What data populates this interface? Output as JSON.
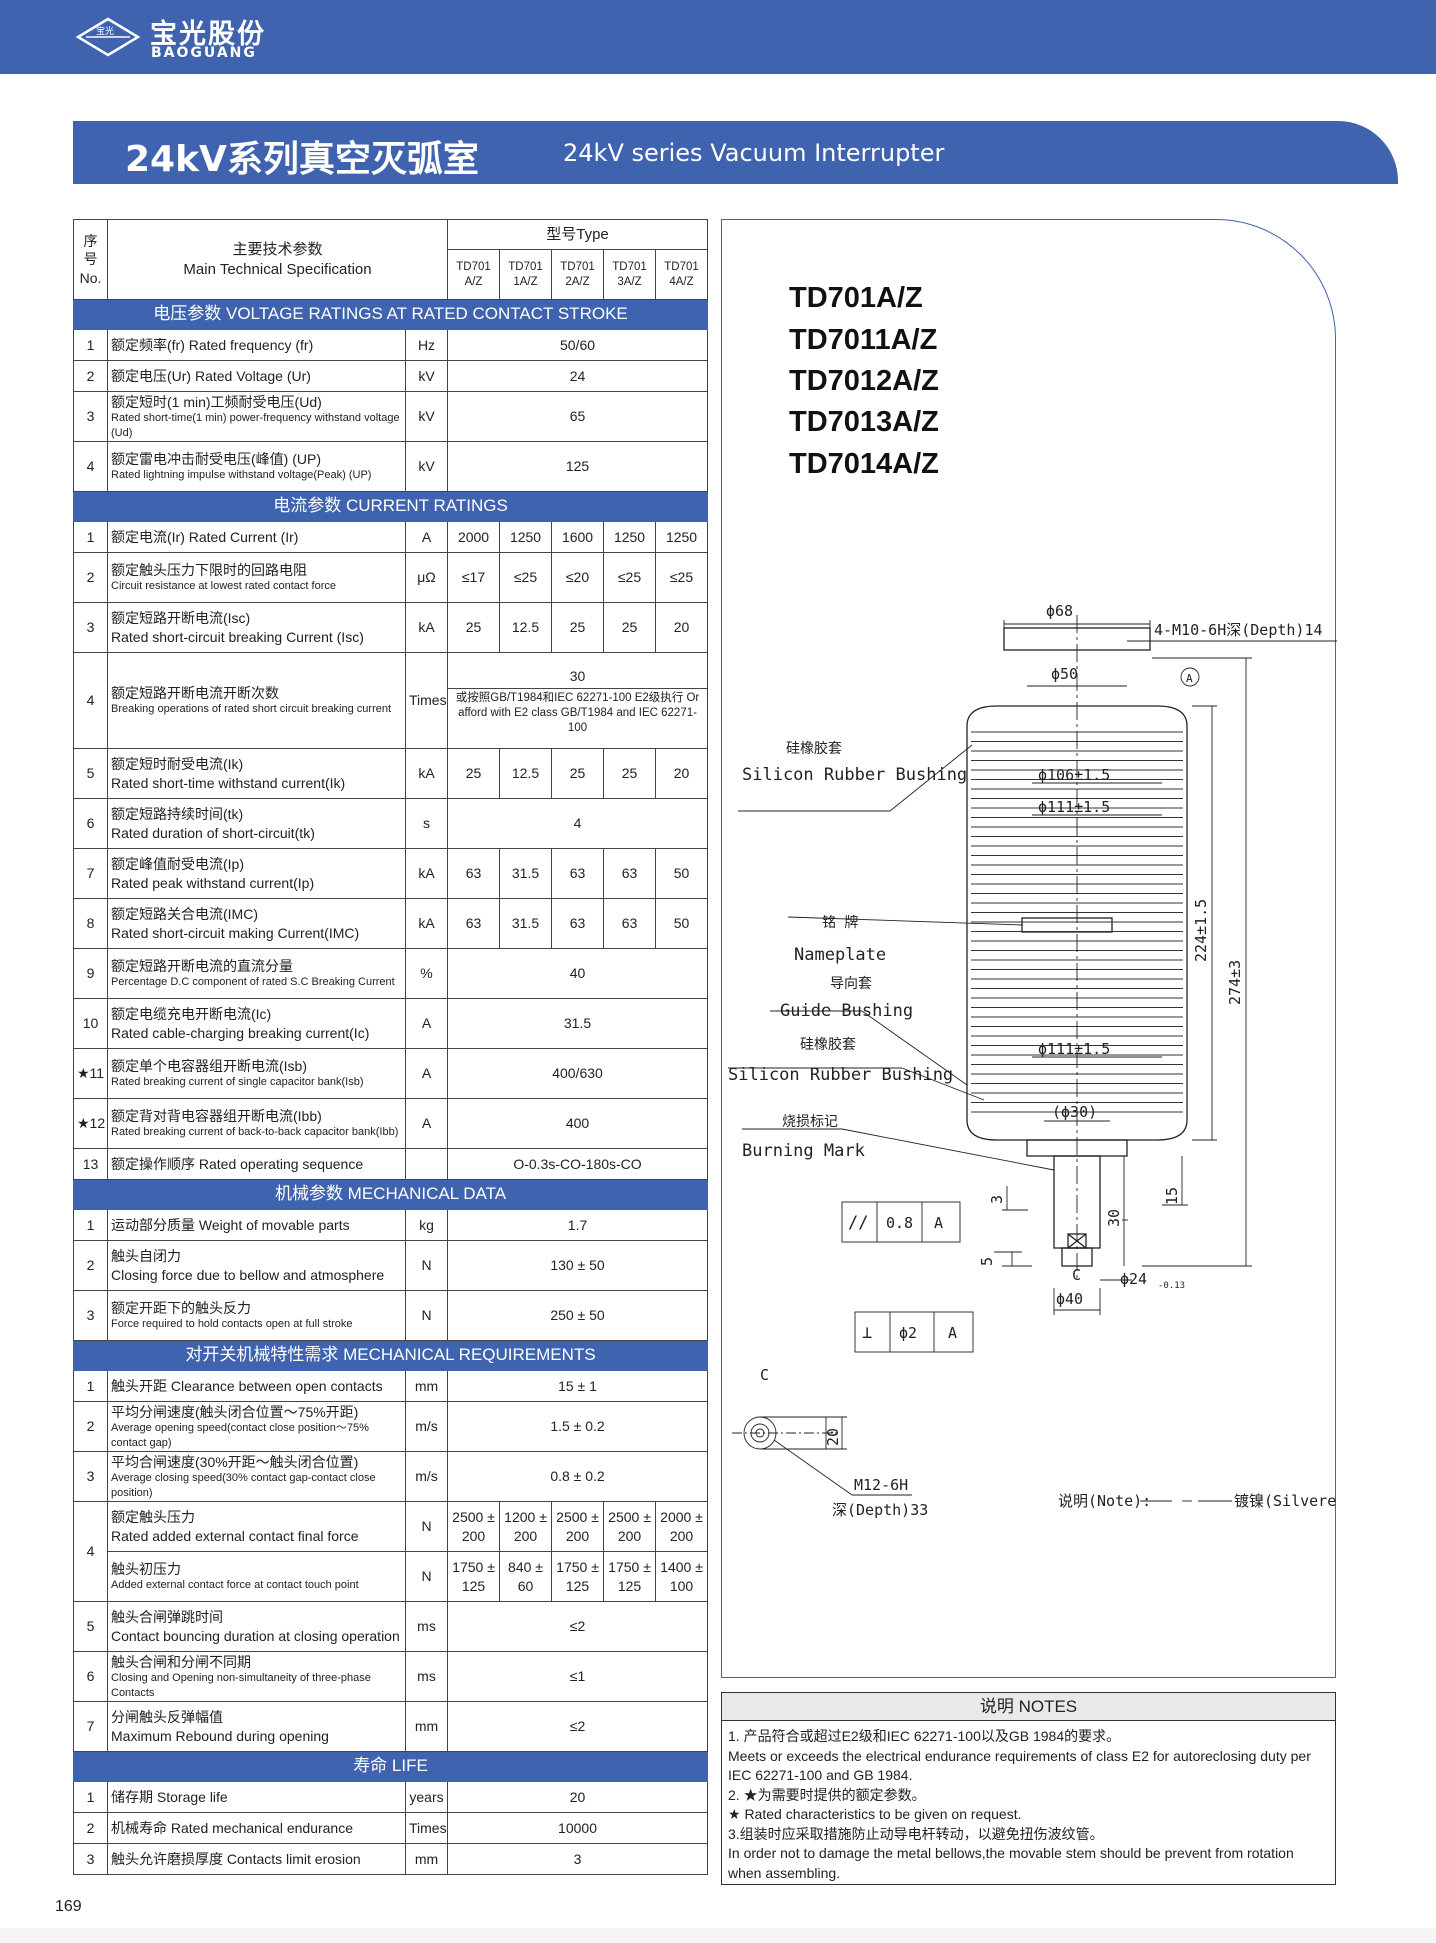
{
  "brand": {
    "cn": "宝光股份",
    "en": "BAOGUANG",
    "logo_text": "宝光"
  },
  "title": {
    "cn": "24kV系列真空灭弧室",
    "en": "24kV series Vacuum Interrupter"
  },
  "table_header": {
    "no_cn": "序号",
    "no_en": "No.",
    "spec_cn": "主要技术参数",
    "spec_en": "Main Technical Specification",
    "type": "型号Type",
    "models": [
      {
        "l1": "TD701",
        "l2": "A/Z"
      },
      {
        "l1": "TD701",
        "l2": "1A/Z"
      },
      {
        "l1": "TD701",
        "l2": "2A/Z"
      },
      {
        "l1": "TD701",
        "l2": "3A/Z"
      },
      {
        "l1": "TD701",
        "l2": "4A/Z"
      }
    ]
  },
  "sections": {
    "voltage": "电压参数  VOLTAGE RATINGS AT RATED CONTACT STROKE",
    "current": "电流参数  CURRENT RATINGS",
    "mechanical": "机械参数  MECHANICAL DATA",
    "requirements": "对开关机械特性需求  MECHANICAL REQUIREMENTS",
    "life": "寿命  LIFE"
  },
  "voltage_rows": [
    {
      "no": "1",
      "cn": "额定频率(fr) Rated frequency (fr)",
      "en": "",
      "unit": "Hz",
      "value": "50/60"
    },
    {
      "no": "2",
      "cn": "额定电压(Ur) Rated Voltage (Ur)",
      "en": "",
      "unit": "kV",
      "value": "24"
    },
    {
      "no": "3",
      "cn": "额定短时(1 min)工频耐受电压(Ud)",
      "en": "Rated short-time(1 min) power-frequency withstand voltage (Ud)",
      "unit": "kV",
      "value": "65"
    },
    {
      "no": "4",
      "cn": "额定雷电冲击耐受电压(峰值) (UP)",
      "en": "Rated lightning impulse withstand voltage(Peak) (UP)",
      "unit": "kV",
      "value": "125"
    }
  ],
  "current_rows": [
    {
      "no": "1",
      "cn": "额定电流(Ir) Rated Current (Ir)",
      "en": "",
      "unit": "A",
      "v": [
        "2000",
        "1250",
        "1600",
        "1250",
        "1250"
      ]
    },
    {
      "no": "2",
      "cn": "额定触头压力下限时的回路电阻",
      "en": "Circuit resistance at lowest rated contact force",
      "unit": "μΩ",
      "v": [
        "≤17",
        "≤25",
        "≤20",
        "≤25",
        "≤25"
      ]
    },
    {
      "no": "3",
      "cn": "额定短路开断电流(Isc)",
      "en": "Rated short-circuit breaking Current (Isc)",
      "unit": "kA",
      "v": [
        "25",
        "12.5",
        "25",
        "25",
        "20"
      ]
    },
    {
      "no": "4",
      "cn": "额定短路开断电流开断次数",
      "en": "Breaking operations of rated short circuit breaking current",
      "unit": "Times",
      "top": "30",
      "note": "或按照GB/T1984和IEC 62271-100 E2级执行 Or afford with E2 class GB/T1984 and IEC 62271-100"
    },
    {
      "no": "5",
      "cn": "额定短时耐受电流(Ik)",
      "en": "Rated short-time withstand current(Ik)",
      "unit": "kA",
      "v": [
        "25",
        "12.5",
        "25",
        "25",
        "20"
      ]
    },
    {
      "no": "6",
      "cn": "额定短路持续时间(tk)",
      "en": "Rated duration of short-circuit(tk)",
      "unit": "s",
      "value": "4"
    },
    {
      "no": "7",
      "cn": "额定峰值耐受电流(Ip)",
      "en": "Rated peak withstand current(Ip)",
      "unit": "kA",
      "v": [
        "63",
        "31.5",
        "63",
        "63",
        "50"
      ]
    },
    {
      "no": "8",
      "cn": "额定短路关合电流(IMC)",
      "en": "Rated short-circuit making Current(IMC)",
      "unit": "kA",
      "v": [
        "63",
        "31.5",
        "63",
        "63",
        "50"
      ]
    },
    {
      "no": "9",
      "cn": "额定短路开断电流的直流分量",
      "en": "Percentage D.C component of rated S.C Breaking Current",
      "unit": "%",
      "value": "40"
    },
    {
      "no": "10",
      "cn": "额定电缆充电开断电流(Ic)",
      "en": "Rated cable-charging breaking current(Ic)",
      "unit": "A",
      "value": "31.5"
    },
    {
      "no": "★11",
      "cn": "额定单个电容器组开断电流(Isb)",
      "en": "Rated breaking current of single capacitor bank(Isb)",
      "unit": "A",
      "value": "400/630"
    },
    {
      "no": "★12",
      "cn": "额定背对背电容器组开断电流(Ibb)",
      "en": "Rated breaking current of back-to-back capacitor bank(Ibb)",
      "unit": "A",
      "value": "400"
    },
    {
      "no": "13",
      "cn": "额定操作顺序 Rated operating sequence",
      "en": "",
      "unit": "",
      "value": "O-0.3s-CO-180s-CO"
    }
  ],
  "mechanical_rows": [
    {
      "no": "1",
      "cn": "运动部分质量 Weight of movable parts",
      "en": "",
      "unit": "kg",
      "value": "1.7"
    },
    {
      "no": "2",
      "cn": "触头自闭力",
      "en": "Closing force due to bellow and atmosphere",
      "unit": "N",
      "value": "130 ± 50"
    },
    {
      "no": "3",
      "cn": "额定开距下的触头反力",
      "en": "Force required to hold contacts open at full stroke",
      "unit": "N",
      "value": "250 ± 50"
    }
  ],
  "requirement_rows": [
    {
      "no": "1",
      "cn": "触头开距 Clearance between open contacts",
      "en": "",
      "unit": "mm",
      "value": "15 ± 1"
    },
    {
      "no": "2",
      "cn": "平均分闸速度(触头闭合位置～75%开距)",
      "en": "Average opening speed(contact close position～75% contact gap)",
      "unit": "m/s",
      "value": "1.5 ± 0.2"
    },
    {
      "no": "3",
      "cn": "平均合闸速度(30%开距～触头闭合位置)",
      "en": "Average closing speed(30% contact gap-contact close position)",
      "unit": "m/s",
      "value": "0.8 ± 0.2"
    },
    {
      "no": "4",
      "cn": "额定触头压力",
      "en": "Rated added external contact final force",
      "unit": "N",
      "v": [
        [
          "2500 ±",
          "200"
        ],
        [
          "1200 ±",
          "200"
        ],
        [
          "2500 ±",
          "200"
        ],
        [
          "2500 ±",
          "200"
        ],
        [
          "2000 ±",
          "200"
        ]
      ]
    },
    {
      "no": "",
      "cn": "触头初压力",
      "en": "Added external contact force at contact touch point",
      "unit": "N",
      "v": [
        [
          "1750 ±",
          "125"
        ],
        [
          "840 ± 60",
          ""
        ],
        [
          "1750 ±",
          "125"
        ],
        [
          "1750 ±",
          "125"
        ],
        [
          "1400 ±",
          "100"
        ]
      ]
    },
    {
      "no": "5",
      "cn": "触头合闸弹跳时间",
      "en": "Contact bouncing duration at closing operation",
      "unit": "ms",
      "value": "≤2"
    },
    {
      "no": "6",
      "cn": "触头合闸和分闸不同期",
      "en": "Closing and Opening non-simultaneity of three-phase Contacts",
      "unit": "ms",
      "value": "≤1"
    },
    {
      "no": "7",
      "cn": "分闸触头反弹幅值",
      "en": "Maximum Rebound during opening",
      "unit": "mm",
      "value": "≤2"
    }
  ],
  "life_rows": [
    {
      "no": "1",
      "cn": "储存期 Storage life",
      "unit": "years",
      "value": "20"
    },
    {
      "no": "2",
      "cn": "机械寿命 Rated mechanical endurance",
      "unit": "Times",
      "value": "10000"
    },
    {
      "no": "3",
      "cn": "触头允许磨损厚度 Contacts limit erosion",
      "unit": "mm",
      "value": "3"
    }
  ],
  "drawing": {
    "models": [
      "TD701A/Z",
      "TD7011A/Z",
      "TD7012A/Z",
      "TD7013A/Z",
      "TD7014A/Z"
    ],
    "labels": {
      "silicon_cn": "硅橡胶套",
      "silicon_en": "Silicon Rubber Bushing",
      "nameplate_cn": "铭 牌",
      "nameplate_en": "Nameplate",
      "guide_cn": "导向套",
      "guide_en": "Guide Bushing",
      "silicon2_cn": "硅橡胶套",
      "silicon2_en": "Silicon Rubber Bushing",
      "burning_cn": "烧损标记",
      "burning_en": "Burning Mark"
    },
    "dims": {
      "d68": "ϕ68",
      "thread": "4-M10-6H深(Depth)14",
      "datum_a": "A",
      "d50": "ϕ50",
      "d106": "ϕ106±1.5",
      "d111a": "ϕ111±1.5",
      "d111b": "ϕ111±1.5",
      "h224": "224±1.5",
      "h274": "274±3",
      "d30": "(ϕ30)",
      "d24": "ϕ24",
      "d24tol": "-0.13",
      "d40": "ϕ40",
      "h3": "3",
      "h5": "5",
      "h15": "15",
      "h30": "30",
      "c_mark": "C",
      "par_sym": "//",
      "par_val": "0.8",
      "par_ref": "A",
      "perp_sym": "⊥",
      "perp_val": "ϕ2",
      "perp_ref": "A",
      "view_c": "C",
      "h20": "20",
      "m12": "M12-6H",
      "depth33": "深(Depth)33",
      "note_label": "说明(Note):",
      "note_val": "镀镍(Silvered)"
    }
  },
  "notes": {
    "head": "说明  NOTES",
    "lines": [
      "1. 产品符合或超过E2级和IEC 62271-100以及GB 1984的要求。",
      "Meets or exceeds the electrical endurance requirements of class E2 for autoreclosing duty per IEC 62271-100 and GB 1984.",
      "2. ★为需要时提供的额定参数。",
      "★ Rated characteristics to be given on request.",
      "3.组装时应采取措施防止动导电杆转动，以避免扭伤波纹管。",
      "In order not to damage the metal bellows,the movable stem should be prevent from rotation when assembling."
    ]
  },
  "page_number": "169"
}
